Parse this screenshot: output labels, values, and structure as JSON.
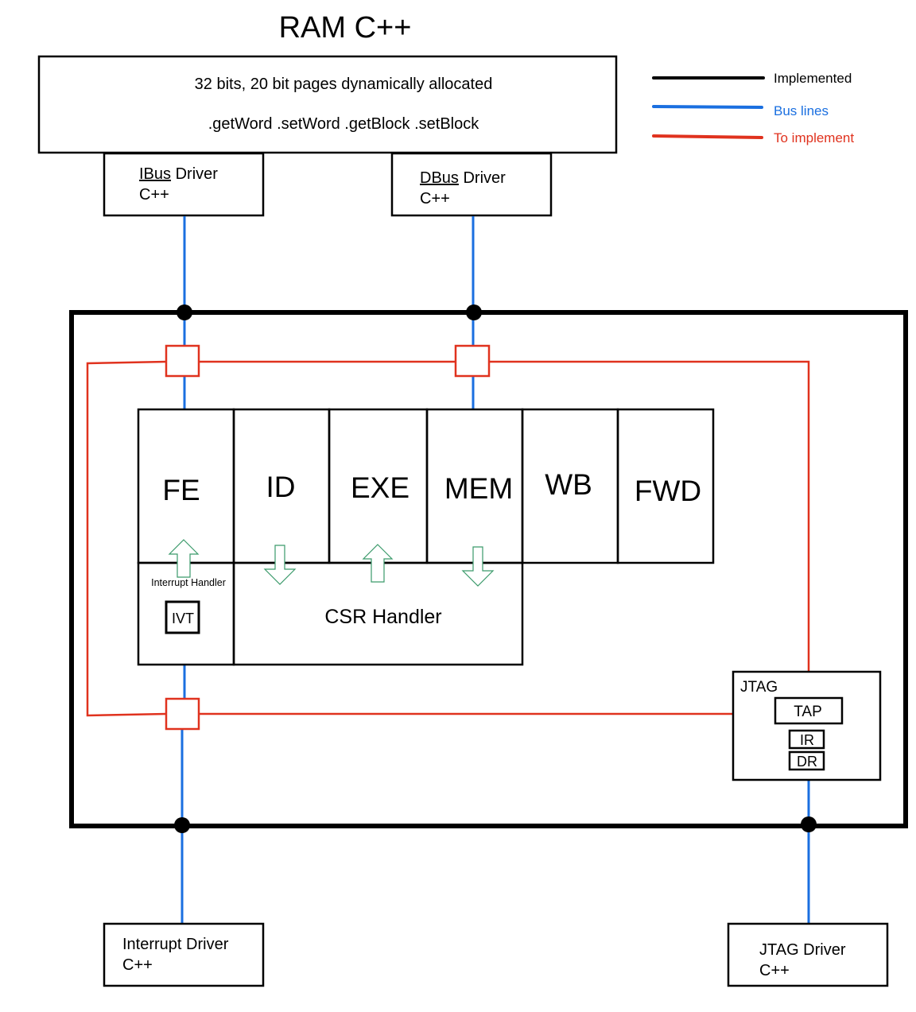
{
  "title": "RAM C++",
  "ram": {
    "line1": "32 bits, 20 bit pages dynamically allocated",
    "line2": ".getWord  .setWord .getBlock .setBlock"
  },
  "legend": {
    "implemented": "Implemented",
    "bus_lines": "Bus lines",
    "to_implement": "To implement",
    "colors": {
      "implemented": "#000000",
      "bus_lines": "#1a6fe0",
      "to_implement": "#e0321e"
    }
  },
  "drivers": {
    "ibus": {
      "name_part": "IBus",
      "name_rest": " Driver",
      "lang": "C++"
    },
    "dbus": {
      "name_part": "DBus",
      "name_rest": " Driver",
      "lang": "C++"
    },
    "interrupt": {
      "name": "Interrupt Driver",
      "lang": "C++"
    },
    "jtag": {
      "name": "JTAG Driver",
      "lang": "C++"
    }
  },
  "stages": [
    "FE",
    "ID",
    "EXE",
    "MEM",
    "WB",
    "FWD"
  ],
  "interrupt_handler": {
    "label": "Interrupt Handler",
    "ivt": "IVT"
  },
  "csr_handler": "CSR Handler",
  "jtag": {
    "label": "JTAG",
    "tap": "TAP",
    "ir": "IR",
    "dr": "DR"
  }
}
